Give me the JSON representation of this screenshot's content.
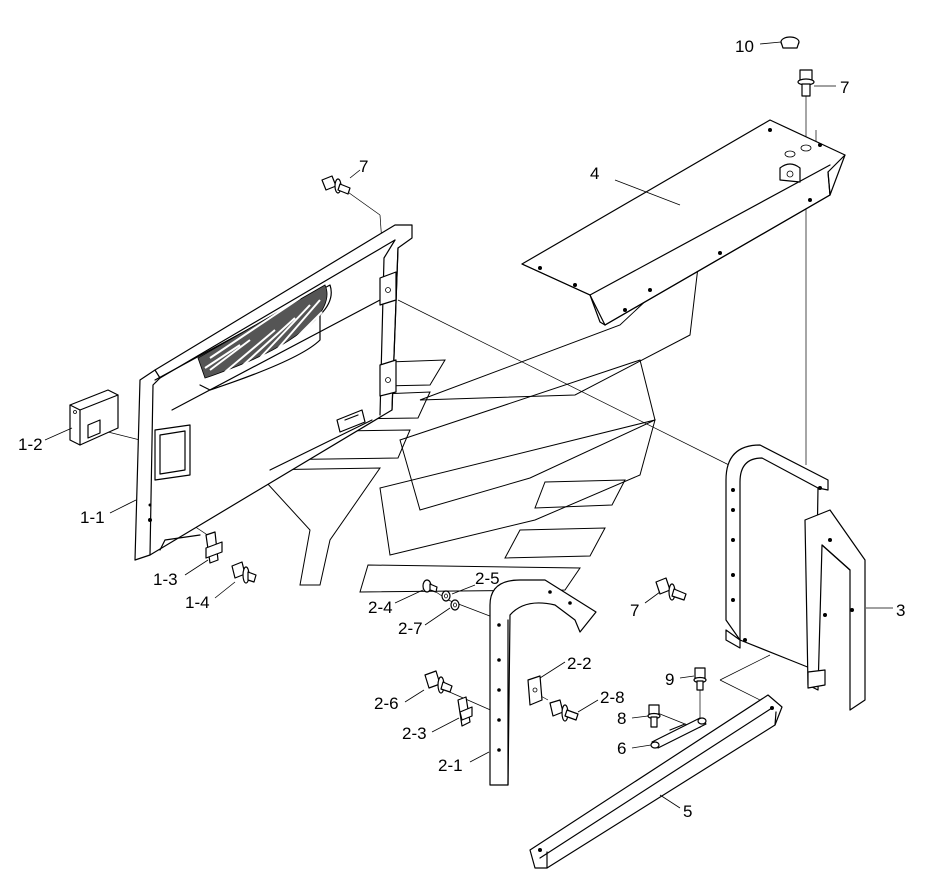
{
  "labels": {
    "l10": "10",
    "l7a": "7",
    "l7b": "7",
    "l7c": "7",
    "l4": "4",
    "l3": "3",
    "l12": "1-2",
    "l11": "1-1",
    "l13": "1-3",
    "l14": "1-4",
    "l24": "2-4",
    "l25": "2-5",
    "l27": "2-7",
    "l22": "2-2",
    "l26": "2-6",
    "l28": "2-8",
    "l23": "2-3",
    "l21": "2-1",
    "l9": "9",
    "l8": "8",
    "l6": "6",
    "l5": "5"
  }
}
